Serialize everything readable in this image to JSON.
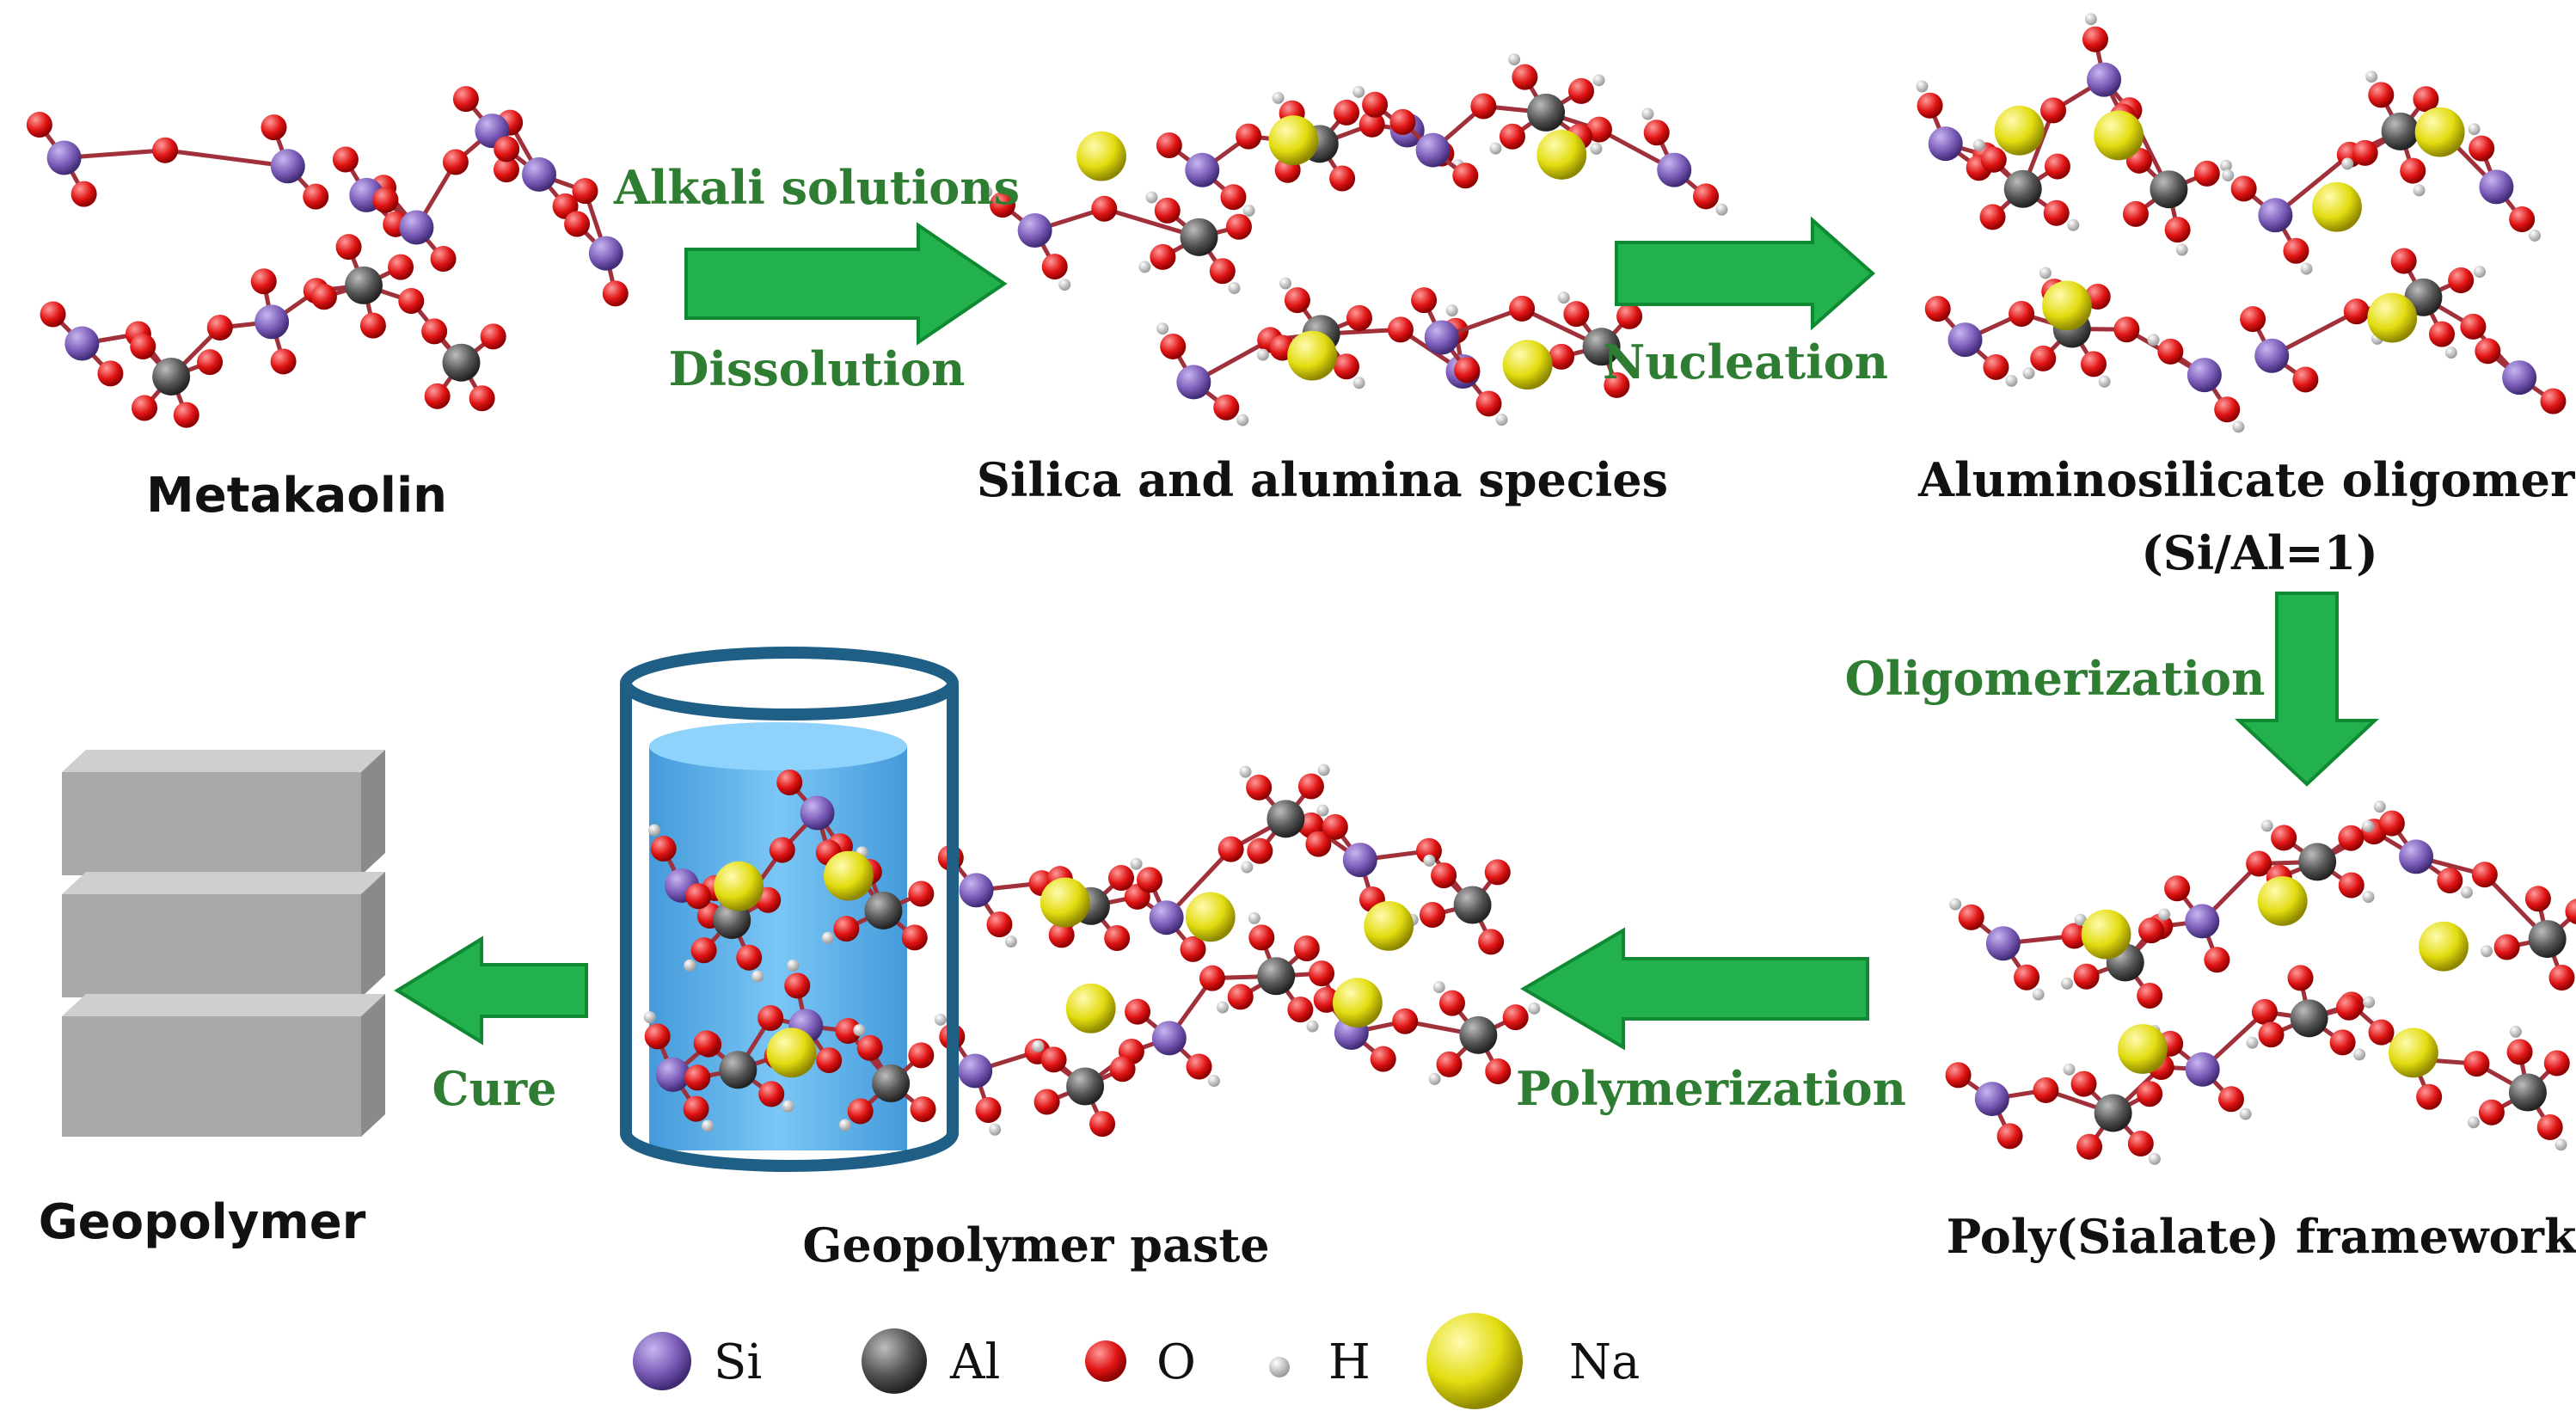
{
  "colors": {
    "si": "#7b5cb8",
    "al": "#555555",
    "o": "#e01414",
    "h": "#d8d8d8",
    "na": "#e2dc10",
    "bond": "#a0303a",
    "arrow": "#22b14c",
    "arrow_dark": "#0f8a33",
    "step_text": "#2f7d32",
    "beaker": "#1f5f86",
    "liquid": "#4aa8e8",
    "block": "#a9a9a9"
  },
  "stages": {
    "metakaolin": "Metakaolin",
    "silica_alumina": "Silica and alumina species",
    "oligomers": "Aluminosilicate oligomers",
    "oligomers_ratio": "(Si/Al=1)",
    "framework": "Poly(Sialate) framework",
    "paste": "Geopolymer paste",
    "geopolymer": "Geopolymer"
  },
  "steps": {
    "alkali": "Alkali solutions",
    "dissolution": "Dissolution",
    "nucleation": "Nucleation",
    "oligomerization": "Oligomerization",
    "polymerization": "Polymerization",
    "cure": "Cure"
  },
  "legend": [
    {
      "symbol": "Si",
      "key": "si"
    },
    {
      "symbol": "Al",
      "key": "al"
    },
    {
      "symbol": "O",
      "key": "o"
    },
    {
      "symbol": "H",
      "key": "h"
    },
    {
      "symbol": "Na",
      "key": "na"
    }
  ]
}
